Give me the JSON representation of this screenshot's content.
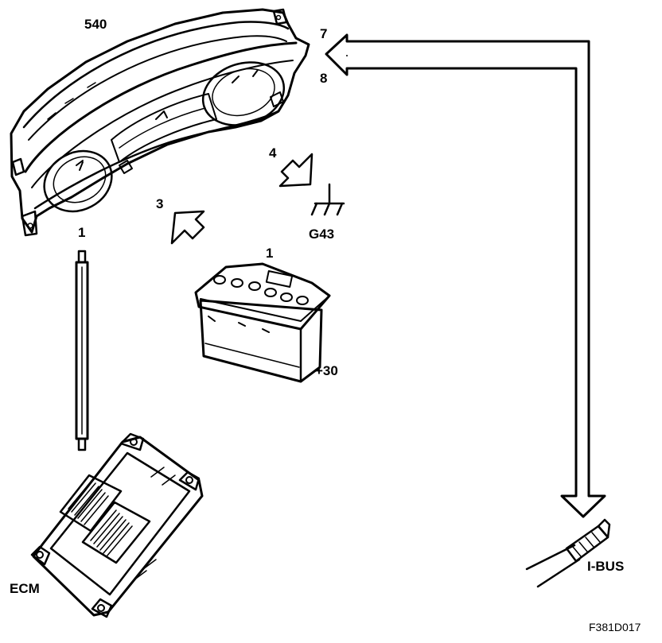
{
  "labels": {
    "cluster": "540",
    "pin7": "7",
    "pin8": "8",
    "pin4": "4",
    "pin3": "3",
    "ground": "G43",
    "ecm_link": "1",
    "battery_link": "1",
    "battery_terminal": "+30",
    "ecm": "ECM",
    "bus": "I-BUS",
    "figure_id": "F381D017"
  },
  "icons": {
    "cluster": "instrument-cluster-icon",
    "battery": "battery-icon",
    "ecm": "ecm-module-icon",
    "ground": "ground-symbol-icon",
    "cable": "bus-cable-icon"
  }
}
